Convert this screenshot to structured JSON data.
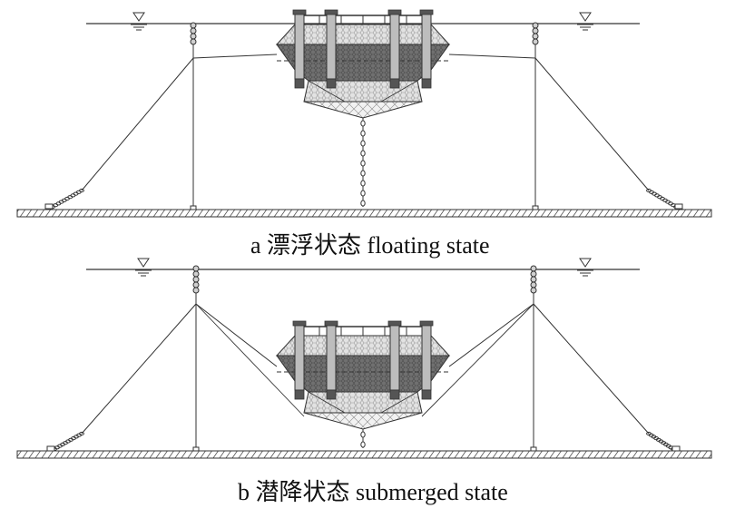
{
  "captions": {
    "floating": "a 漂浮状态 floating state",
    "submerged": "b 潜降状态 submerged state"
  },
  "panels": [
    {
      "id": "floating",
      "state": "floating"
    },
    {
      "id": "submerged",
      "state": "submerged"
    }
  ],
  "colors": {
    "line": "#333333",
    "seabed_hatch": "#555555",
    "net_dark": "#6e6e6e",
    "net_light": "#d8d8d8",
    "float_column": "#bdbdbd",
    "weight": "#555555"
  },
  "icons": [
    "water-level-icon"
  ]
}
